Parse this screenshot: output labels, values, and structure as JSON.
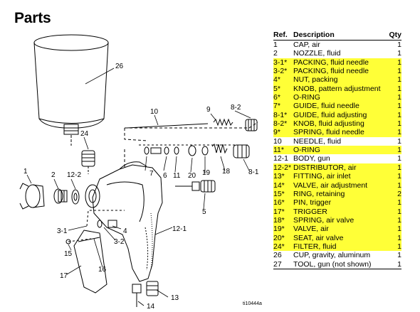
{
  "title": "Parts",
  "figure_id": "ti10444a",
  "highlight_color": "#ffff37",
  "table": {
    "headers": {
      "ref": "Ref.",
      "description": "Description",
      "qty": "Qty"
    },
    "rows": [
      {
        "ref": "1",
        "description": "CAP, air",
        "qty": "1",
        "highlight": false
      },
      {
        "ref": "2",
        "description": "NOZZLE, fluid",
        "qty": "1",
        "highlight": false
      },
      {
        "ref": "3-1*",
        "description": "PACKING, fluid needle",
        "qty": "1",
        "highlight": true
      },
      {
        "ref": "3-2*",
        "description": "PACKING, fluid needle",
        "qty": "1",
        "highlight": true
      },
      {
        "ref": "4*",
        "description": "NUT, packing",
        "qty": "1",
        "highlight": true
      },
      {
        "ref": "5*",
        "description": "KNOB, pattern adjustment",
        "qty": "1",
        "highlight": true,
        "wrap": true
      },
      {
        "ref": "6*",
        "description": "O-RING",
        "qty": "1",
        "highlight": true
      },
      {
        "ref": "7*",
        "description": "GUIDE, fluid needle",
        "qty": "1",
        "highlight": true
      },
      {
        "ref": "8-1*",
        "description": "GUIDE, fluid adjusting",
        "qty": "1",
        "highlight": true
      },
      {
        "ref": "8-2*",
        "description": "KNOB, fluid adjusting",
        "qty": "1",
        "highlight": true
      },
      {
        "ref": "9*",
        "description": "SPRING, fluid needle",
        "qty": "1",
        "highlight": true
      },
      {
        "ref": "10",
        "description": "NEEDLE, fluid",
        "qty": "1",
        "highlight": false
      },
      {
        "ref": "11*",
        "description": "O-RING",
        "qty": "1",
        "highlight": true
      },
      {
        "ref": "12-1",
        "description": "BODY, gun",
        "qty": "1",
        "highlight": false
      },
      {
        "ref": "12-2*",
        "description": "DISTRIBUTOR, air",
        "qty": "1",
        "highlight": true
      },
      {
        "ref": "13*",
        "description": "FITTING, air inlet",
        "qty": "1",
        "highlight": true
      },
      {
        "ref": "14*",
        "description": "VALVE, air adjustment",
        "qty": "1",
        "highlight": true
      },
      {
        "ref": "15*",
        "description": "RING, retaining",
        "qty": "2",
        "highlight": true
      },
      {
        "ref": "16*",
        "description": "PIN, trigger",
        "qty": "1",
        "highlight": true
      },
      {
        "ref": "17*",
        "description": "TRIGGER",
        "qty": "1",
        "highlight": true
      },
      {
        "ref": "18*",
        "description": "SPRING, air valve",
        "qty": "1",
        "highlight": true
      },
      {
        "ref": "19*",
        "description": "VALVE, air",
        "qty": "1",
        "highlight": true
      },
      {
        "ref": "20*",
        "description": "SEAT, air valve",
        "qty": "1",
        "highlight": true
      },
      {
        "ref": "24*",
        "description": "FILTER, fluid",
        "qty": "1",
        "highlight": true
      },
      {
        "ref": "26",
        "description": "CUP, gravity, aluminum",
        "qty": "1",
        "highlight": false
      },
      {
        "ref": "27",
        "description": "TOOL, gun (not shown)",
        "qty": "1",
        "highlight": false
      }
    ]
  },
  "callouts": {
    "c1": "1",
    "c2": "2",
    "c3_1": "3-1",
    "c3_2": "3-2",
    "c4": "4",
    "c5": "5",
    "c6": "6",
    "c7": "7",
    "c8_1": "8-1",
    "c8_2": "8-2",
    "c9": "9",
    "c10": "10",
    "c11": "11",
    "c12_1": "12-1",
    "c12_2": "12-2",
    "c13": "13",
    "c14": "14",
    "c15": "15",
    "c16": "16",
    "c17": "17",
    "c18": "18",
    "c19": "19",
    "c20": "20",
    "c24": "24",
    "c26": "26"
  }
}
